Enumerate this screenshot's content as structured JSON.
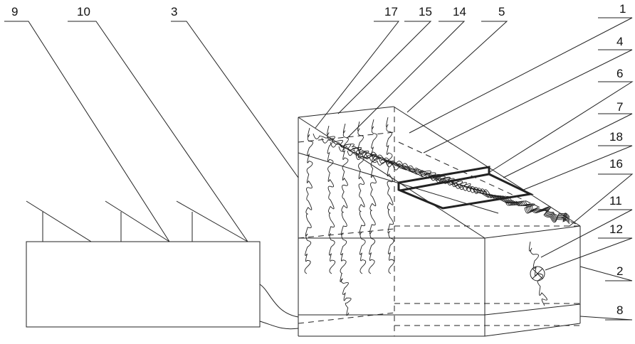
{
  "labels": {
    "l9": "9",
    "l10": "10",
    "l3": "3",
    "l17": "17",
    "l15": "15",
    "l14": "14",
    "l5": "5",
    "l1": "1",
    "l4": "4",
    "l6": "6",
    "l7": "7",
    "l18": "18",
    "l16": "16",
    "l11": "11",
    "l12": "12",
    "l2": "2",
    "l8": "8"
  }
}
